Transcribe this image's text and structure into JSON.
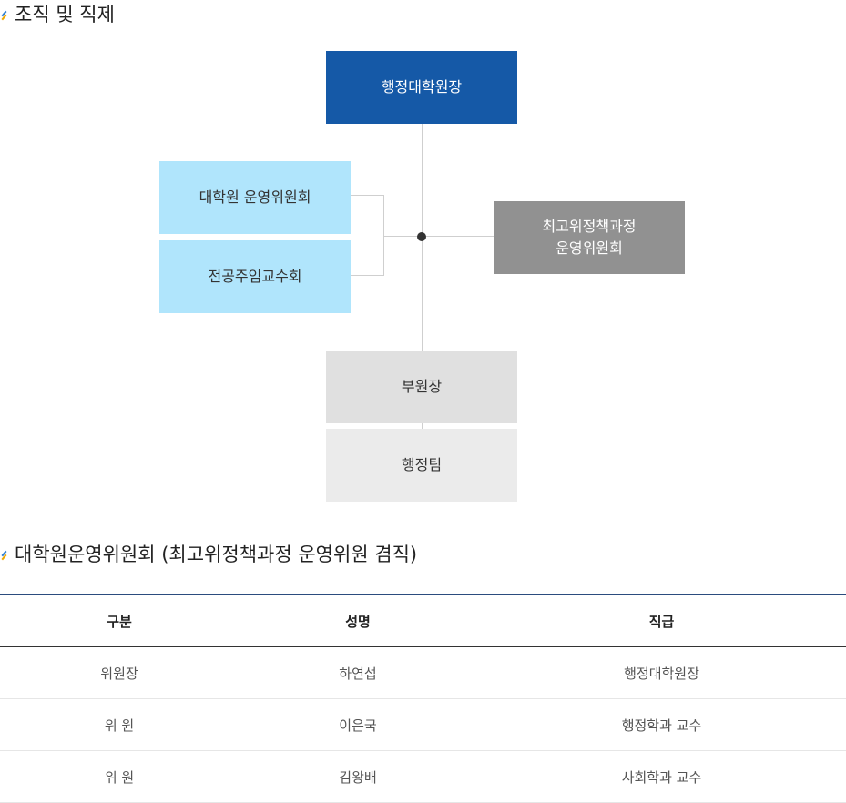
{
  "section1": {
    "title": "조직 및 직제"
  },
  "org": {
    "dean": "행정대학원장",
    "committee": "대학원 운영위원회",
    "faculty": "전공주임교수회",
    "exec_line1": "최고위정책과정",
    "exec_line2": "운영위원회",
    "vice": "부원장",
    "team": "행정팀"
  },
  "section2": {
    "title": "대학원운영위원회 (최고위정책과정 운영위원 겸직)"
  },
  "table": {
    "headers": [
      "구분",
      "성명",
      "직급"
    ],
    "rows": [
      [
        "위원장",
        "하연섭",
        "행정대학원장"
      ],
      [
        "위 원",
        "이은국",
        "행정학과 교수"
      ],
      [
        "위 원",
        "김왕배",
        "사회학과 교수"
      ]
    ]
  }
}
